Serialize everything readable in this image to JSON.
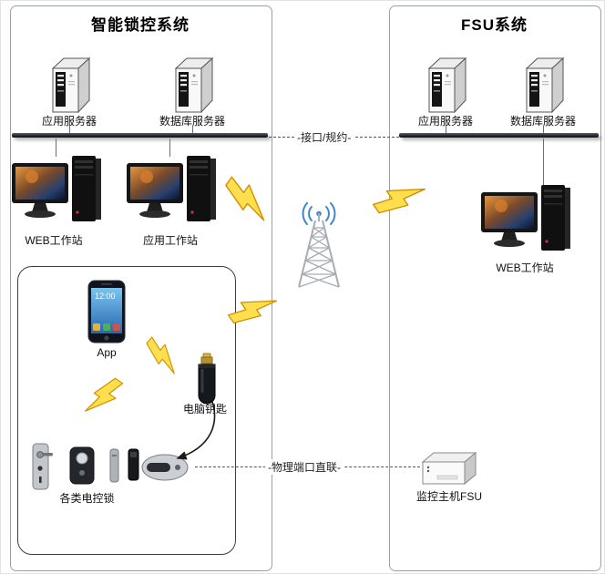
{
  "left_system": {
    "title": "智能锁控系统",
    "servers": [
      {
        "label": "应用服务器"
      },
      {
        "label": "数据库服务器"
      }
    ],
    "workstations": [
      {
        "label": "WEB工作站"
      },
      {
        "label": "应用工作站"
      }
    ],
    "device_group": {
      "phone_label": "App",
      "phone_screen_time": "12:00",
      "key_label": "电脑钥匙",
      "locks_label": "各类电控锁"
    }
  },
  "right_system": {
    "title": "FSU系统",
    "servers": [
      {
        "label": "应用服务器"
      },
      {
        "label": "数据库服务器"
      }
    ],
    "workstation": {
      "label": "WEB工作站"
    },
    "fsu_host": {
      "label": "监控主机FSU"
    }
  },
  "connections": {
    "interface_label": "-接口/规约-",
    "physical_label": "-物理端口直联-"
  },
  "colors": {
    "lightning_fill": "#ffdf4d",
    "lightning_edge": "#d18f00",
    "radio_blue": "#3d85cc",
    "tower_gray": "#a6adb3"
  }
}
